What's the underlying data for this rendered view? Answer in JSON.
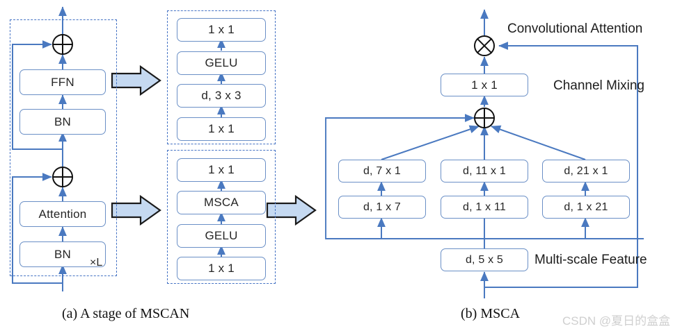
{
  "figure": {
    "captions": [
      {
        "id": "a",
        "text": "(a) A stage of MSCAN"
      },
      {
        "id": "b",
        "text": "(b) MSCA"
      }
    ],
    "watermark": "CSDN @夏日的盒盒",
    "colors": {
      "box_border": "#6a8fc6",
      "dashed_panel": "#4472c4",
      "arrow": "#4a79c0",
      "operator": "#111111",
      "block_arrow_fill": "#c5d9f1",
      "block_arrow_stroke": "#1a1a1a",
      "text": "#262626",
      "watermark": "#cfcfcf"
    }
  },
  "panel_a": {
    "title": "(a) A stage of MSCAN",
    "repeat_label": "×L",
    "blocks": [
      {
        "label": "FFN"
      },
      {
        "label": "BN"
      },
      {
        "label": "Attention"
      },
      {
        "label": "BN"
      }
    ],
    "operators": [
      {
        "symbol": "⊕",
        "name": "add-top"
      },
      {
        "symbol": "⊕",
        "name": "add-bottom"
      }
    ]
  },
  "panel_ffn": {
    "blocks": [
      {
        "label": "1 x 1"
      },
      {
        "label": "GELU"
      },
      {
        "label": "d, 3 x 3"
      },
      {
        "label": "1 x 1"
      }
    ]
  },
  "panel_attention": {
    "blocks": [
      {
        "label": "1 x 1"
      },
      {
        "label": "MSCA"
      },
      {
        "label": "GELU"
      },
      {
        "label": "1 x 1"
      }
    ]
  },
  "panel_b": {
    "title": "(b) MSCA",
    "annotations": [
      {
        "label": "Convolutional Attention"
      },
      {
        "label": "Channel Mixing"
      },
      {
        "label": "Multi-scale Feature"
      }
    ],
    "mix_block": {
      "label": "1 x 1"
    },
    "stem_block": {
      "label": "d, 5 x 5"
    },
    "branches": [
      {
        "name": "branch-7",
        "top": "d, 7 x 1",
        "bottom": "d, 1 x 7"
      },
      {
        "name": "branch-11",
        "top": "d, 11 x 1",
        "bottom": "d, 1 x 11"
      },
      {
        "name": "branch-21",
        "top": "d, 21 x 1",
        "bottom": "d, 1 x 21"
      }
    ],
    "operators": [
      {
        "symbol": "⊗",
        "name": "multiply"
      },
      {
        "symbol": "⊕",
        "name": "add"
      }
    ]
  }
}
